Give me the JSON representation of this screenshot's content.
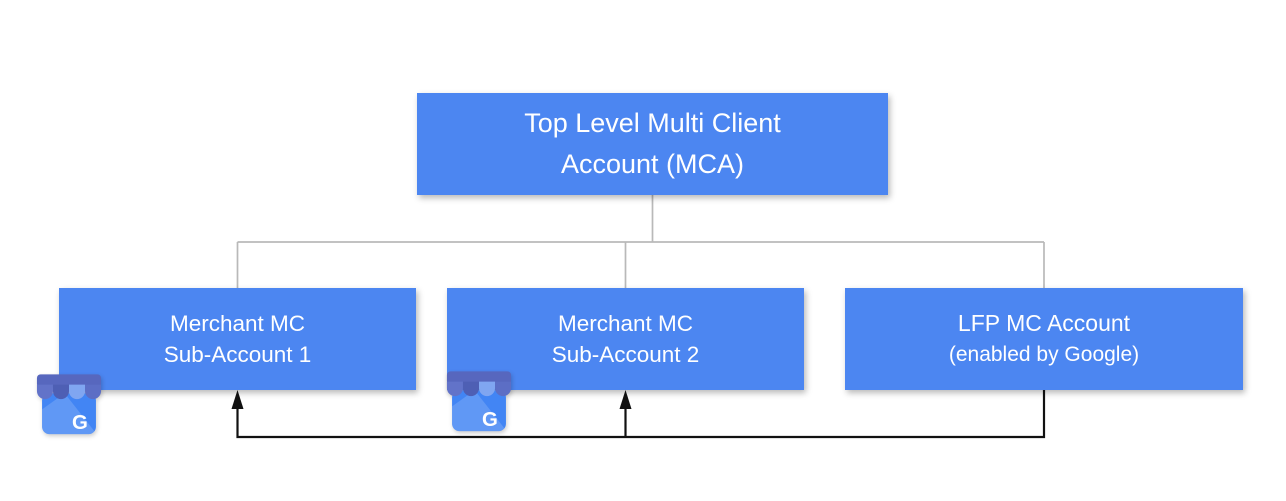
{
  "diagram": {
    "description": "Merchant Center account hierarchy with LFP feed flow",
    "nodes": {
      "root": {
        "line1": "Top Level Multi Client",
        "line2": "Account (MCA)"
      },
      "sub1": {
        "line1": "Merchant MC",
        "line2": "Sub-Account 1"
      },
      "sub2": {
        "line1": "Merchant MC",
        "line2": "Sub-Account 2"
      },
      "lfp": {
        "line1": "LFP MC Account",
        "line2": "(enabled by Google)"
      }
    },
    "icons": {
      "sub1_badge": "google-my-business-storefront",
      "sub2_badge": "google-my-business-storefront",
      "g_letter": "G"
    },
    "colors": {
      "node_fill": "#4c86f1",
      "node_text": "#ffffff",
      "hierarchy_line": "#b9b9b9",
      "flow_arrow": "#111111",
      "icon_body": "#4285f4",
      "icon_awning_dark": "#4e5fb4",
      "icon_awning_medium": "#6273c9",
      "icon_awning_light": "#80a6f1"
    }
  }
}
